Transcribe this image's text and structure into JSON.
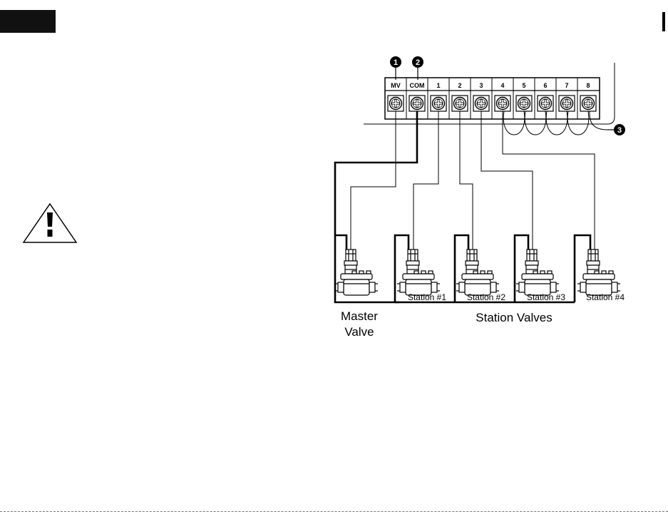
{
  "terminal_labels": [
    "MV",
    "COM",
    "1",
    "2",
    "3",
    "4",
    "5",
    "6",
    "7",
    "8"
  ],
  "callouts": [
    "1",
    "2",
    "3"
  ],
  "valve_labels": {
    "master_line1": "Master",
    "master_line2": "Valve",
    "station_1": "Station #1",
    "station_2": "Station #2",
    "station_3": "Station #3",
    "station_4": "Station #4",
    "station_group": "Station Valves"
  },
  "icons": {
    "warning": "warning-triangle-icon",
    "screw": "terminal-screw-icon",
    "valve": "solenoid-valve-icon"
  },
  "colors": {
    "ink": "#000000",
    "background": "#ffffff",
    "header_tab": "#111111"
  }
}
